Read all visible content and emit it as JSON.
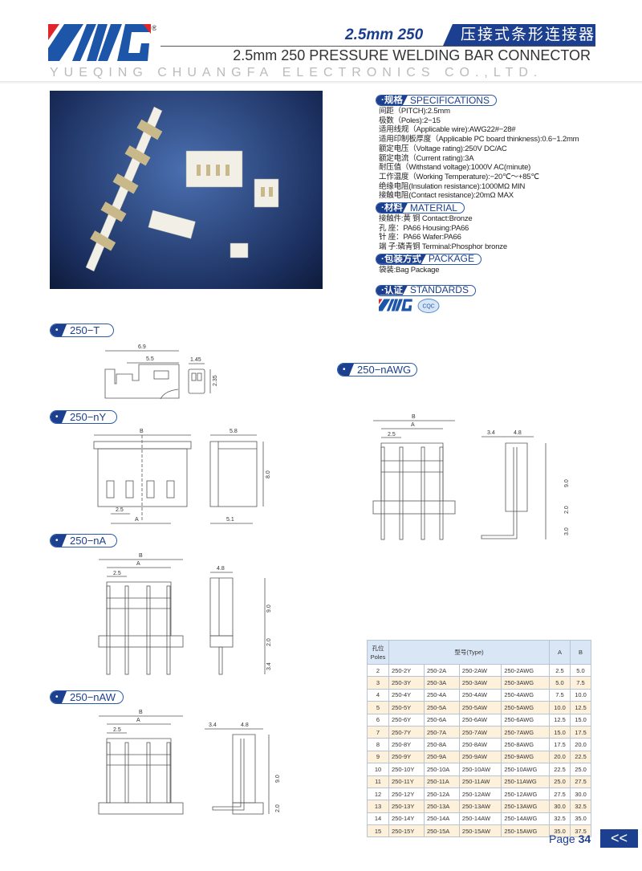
{
  "header": {
    "logo_text": "AWG",
    "title_en": "2.5mm  250",
    "title_cn": "压接式条形连接器",
    "subtitle": "2.5mm 250 PRESSURE WELDING  BAR CONNECTOR",
    "company": "YUEQING CHUANGFA ELECTRONICS CO.,LTD."
  },
  "specifications": {
    "cn": "·规格",
    "en": "SPECIFICATIONS",
    "lines": [
      "间距（PITCH):2.5mm",
      "极数（Poles):2−15",
      "适用线规（Applicable wire):AWG22#−28#",
      "适用印制板厚度（Applicable PC board thinkness):0.6−1.2mm",
      "额定电压（Voltage rating):250V DC/AC",
      "额定电流（Current rating):3A",
      "耐压值（Withstand voltage):1000V AC(minute)",
      "工作温度（Working Temperature):−20℃～+85℃",
      "绝缘电阻(Insulation resistance):1000MΩ MIN",
      "接触电阻(Contact resistance):20mΩ MAX"
    ]
  },
  "material": {
    "cn": "·材料",
    "en": "MATERIAL",
    "lines": [
      "接触件:黄  铜 Contact:Bronze",
      "孔  座：PA66  Housing:PA66",
      "针  座：PA66  Wafer:PA66",
      "端  子:磷青铜 Terminal:Phosphor bronze"
    ]
  },
  "package": {
    "cn": "·包装方式",
    "en": "PACKAGE",
    "lines": [
      "袋装:Bag Package"
    ]
  },
  "standards": {
    "cn": "·认证",
    "en": "STANDARDS",
    "logo_text": "AWG",
    "cert_text": "CQC"
  },
  "drawings": {
    "t": {
      "label": "250−T",
      "dims": [
        "6.9",
        "5.5",
        "1.45",
        "2.35"
      ]
    },
    "ny": {
      "label": "250−nY",
      "dims": [
        "B",
        "A",
        "2.5",
        "5.8",
        "8.0",
        "5.1"
      ]
    },
    "na": {
      "label": "250−nA",
      "dims": [
        "B",
        "A",
        "2.5",
        "4.8",
        "9.0",
        "2.0",
        "3.4"
      ]
    },
    "naw": {
      "label": "250−nAW",
      "dims": [
        "B",
        "A",
        "2.5",
        "3.4",
        "4.8",
        "9.0",
        "2.0"
      ]
    },
    "nawg": {
      "label": "250−nAWG",
      "dims": [
        "B",
        "A",
        "2.5",
        "3.4",
        "4.8",
        "9.0",
        "2.0",
        "3.0"
      ]
    }
  },
  "table": {
    "headers": {
      "poles_cn": "孔位",
      "poles_en": "Poles",
      "type": "型号(Type)",
      "a": "A",
      "b": "B"
    },
    "rows": [
      [
        "2",
        "250-2Y",
        "250-2A",
        "250-2AW",
        "250-2AWG",
        "2.5",
        "5.0"
      ],
      [
        "3",
        "250-3Y",
        "250-3A",
        "250-3AW",
        "250-3AWG",
        "5.0",
        "7.5"
      ],
      [
        "4",
        "250-4Y",
        "250-4A",
        "250-4AW",
        "250-4AWG",
        "7.5",
        "10.0"
      ],
      [
        "5",
        "250-5Y",
        "250-5A",
        "250-5AW",
        "250-5AWG",
        "10.0",
        "12.5"
      ],
      [
        "6",
        "250-6Y",
        "250-6A",
        "250-6AW",
        "250-6AWG",
        "12.5",
        "15.0"
      ],
      [
        "7",
        "250-7Y",
        "250-7A",
        "250-7AW",
        "250-7AWG",
        "15.0",
        "17.5"
      ],
      [
        "8",
        "250-8Y",
        "250-8A",
        "250-8AW",
        "250-8AWG",
        "17.5",
        "20.0"
      ],
      [
        "9",
        "250-9Y",
        "250-9A",
        "250-9AW",
        "250-9AWG",
        "20.0",
        "22.5"
      ],
      [
        "10",
        "250-10Y",
        "250-10A",
        "250-10AW",
        "250-10AWG",
        "22.5",
        "25.0"
      ],
      [
        "11",
        "250-11Y",
        "250-11A",
        "250-11AW",
        "250-11AWG",
        "25.0",
        "27.5"
      ],
      [
        "12",
        "250-12Y",
        "250-12A",
        "250-12AW",
        "250-12AWG",
        "27.5",
        "30.0"
      ],
      [
        "13",
        "250-13Y",
        "250-13A",
        "250-13AW",
        "250-13AWG",
        "30.0",
        "32.5"
      ],
      [
        "14",
        "250-14Y",
        "250-14A",
        "250-14AW",
        "250-14AWG",
        "32.5",
        "35.0"
      ],
      [
        "15",
        "250-15Y",
        "250-15A",
        "250-15AW",
        "250-15AWG",
        "35.0",
        "37.5"
      ]
    ]
  },
  "footer": {
    "page_label": "Page",
    "page_number": "34",
    "back_label": "<<"
  },
  "colors": {
    "brand_blue": "#1d3f8f",
    "logo_red": "#e0262b",
    "row_alt": "#fdf1dc",
    "header_bg": "#d9e6f5"
  }
}
